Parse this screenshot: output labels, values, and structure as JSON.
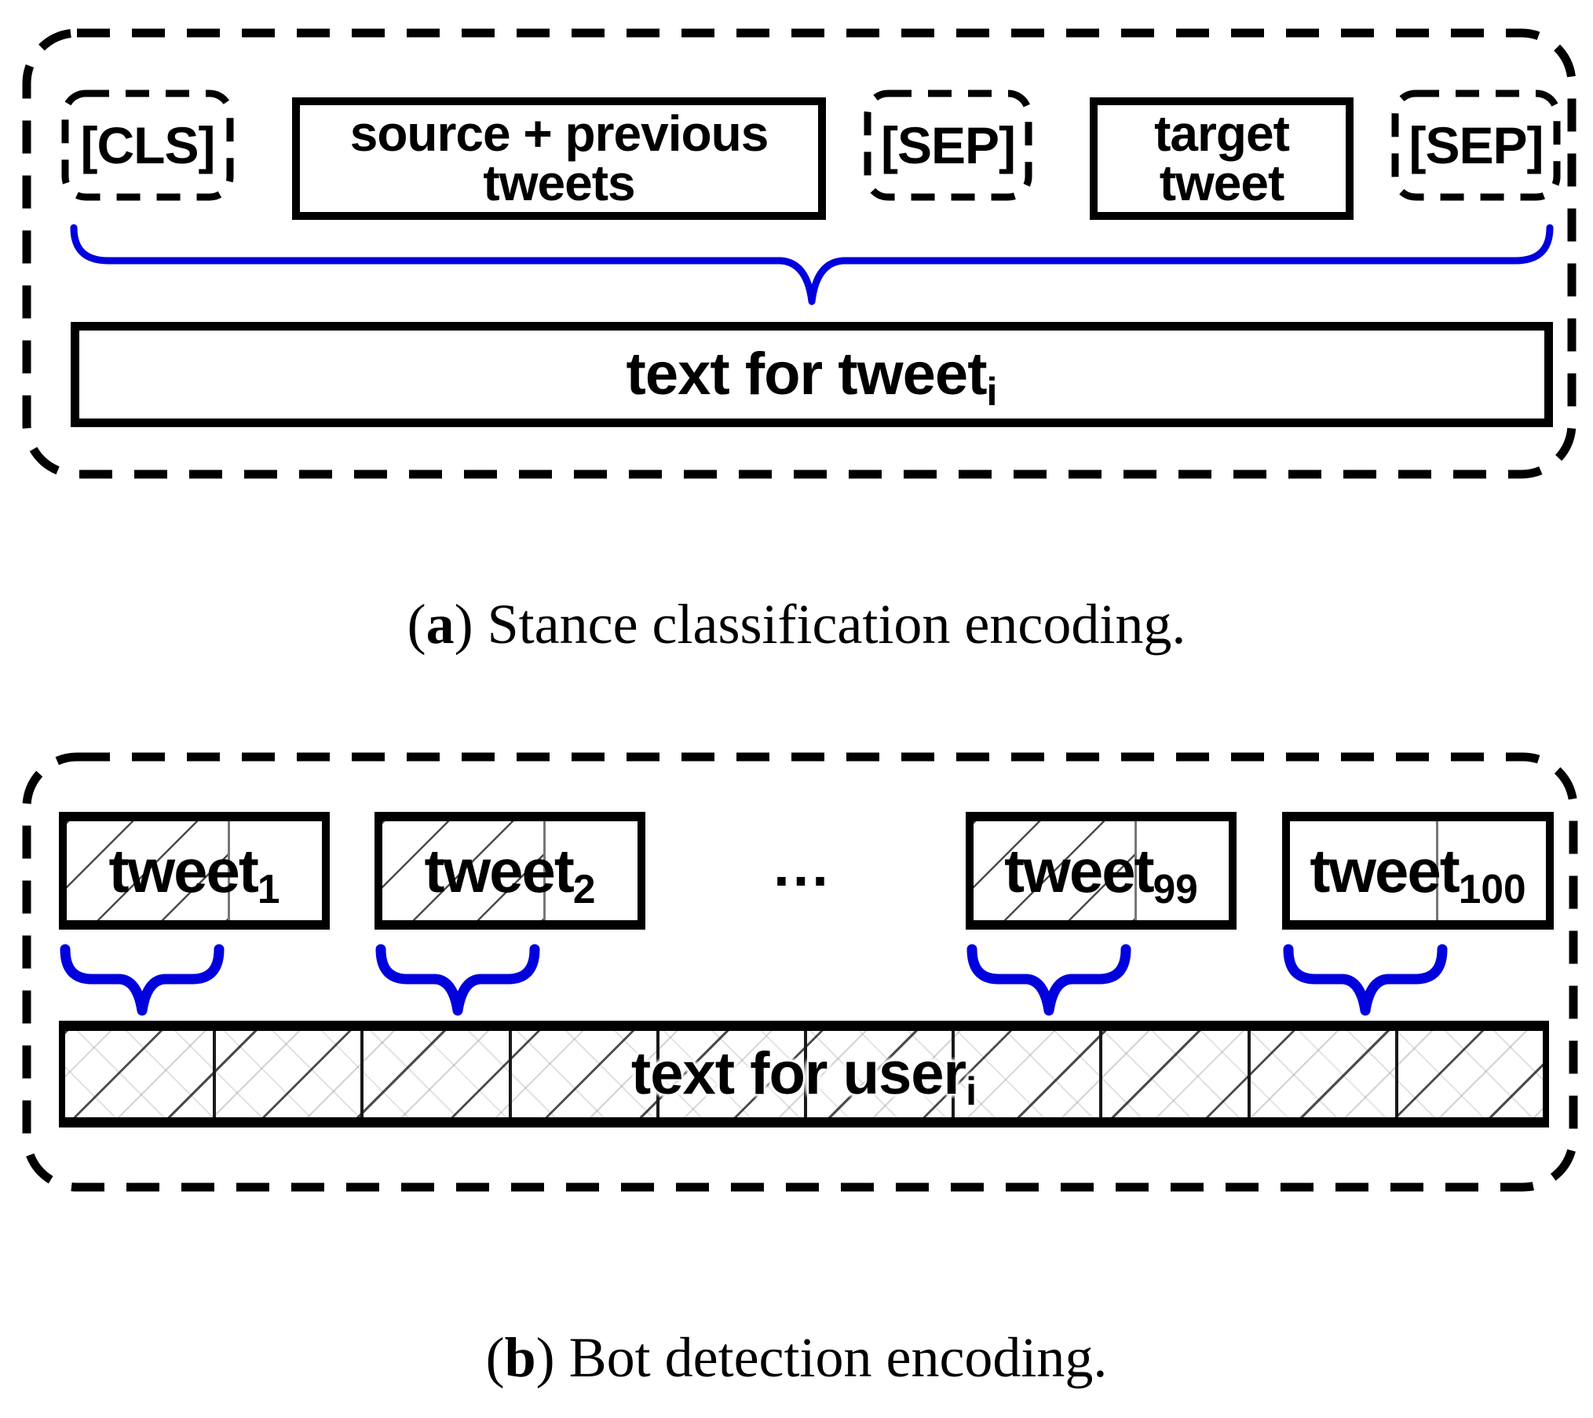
{
  "panel_a": {
    "cls": {
      "label": "[CLS]"
    },
    "source": {
      "line1": "source + previous",
      "line2": "tweets"
    },
    "sep1": {
      "label": "[SEP]"
    },
    "target": {
      "line1": "target",
      "line2": "tweet"
    },
    "sep2": {
      "label": "[SEP]"
    },
    "merged": {
      "base": "text for tweet",
      "subscript": "i"
    },
    "caption": {
      "open": "(",
      "letter": "a",
      "rest": ") Stance classification encoding."
    }
  },
  "panel_b": {
    "tweets": [
      {
        "base": "tweet",
        "subscript": "1"
      },
      {
        "base": "tweet",
        "subscript": "2"
      },
      {
        "base": "tweet",
        "subscript": "99"
      },
      {
        "base": "tweet",
        "subscript": "100"
      }
    ],
    "ellipsis": "...",
    "merged": {
      "base": "text for user",
      "subscript": "i"
    },
    "caption": {
      "open": "(",
      "letter": "b",
      "rest": ") Bot detection encoding."
    }
  },
  "colors": {
    "brace_blue": "#0000dd",
    "ink": "#000000"
  }
}
